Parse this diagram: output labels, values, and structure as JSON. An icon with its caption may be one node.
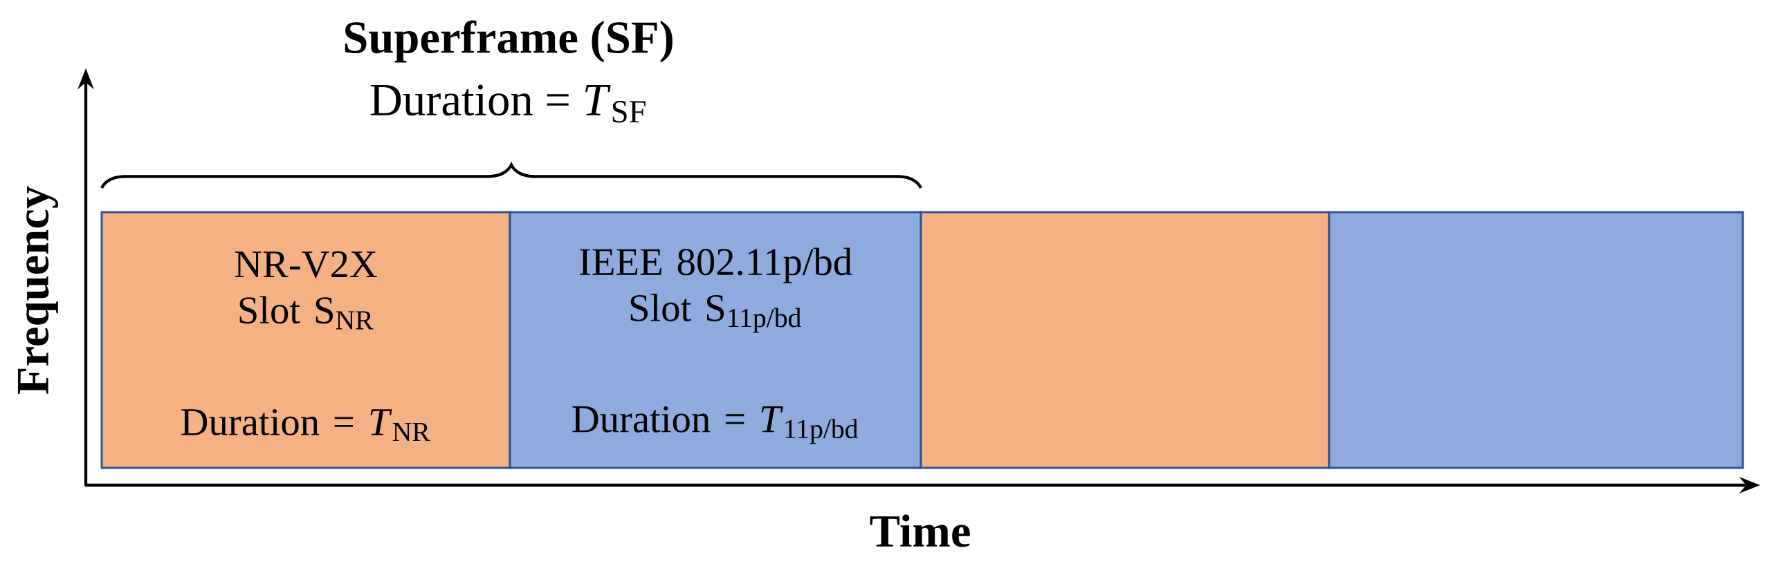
{
  "diagram": {
    "nodes": [
      {
        "text": [
          "NR-V2X Slot S$_{NR}$",
          "Duration = *T*$_{NR}$"
        ]
      },
      {
        "text": [
          "IEEE 802.11p/bd Slot S$_{11p/bd}$",
          "Duration = *T*$_{11p/bd}$"
        ]
      },
      {
        "text": [],
        "shape": "box"
      },
      {
        "text": [],
        "shape": "box"
      }
    ],
    "edges": [],
    "labels": [
      "Superframe (SF)",
      "Duration = *T*$_{SF}$",
      "Frequency",
      "Time"
    ]
  }
}
